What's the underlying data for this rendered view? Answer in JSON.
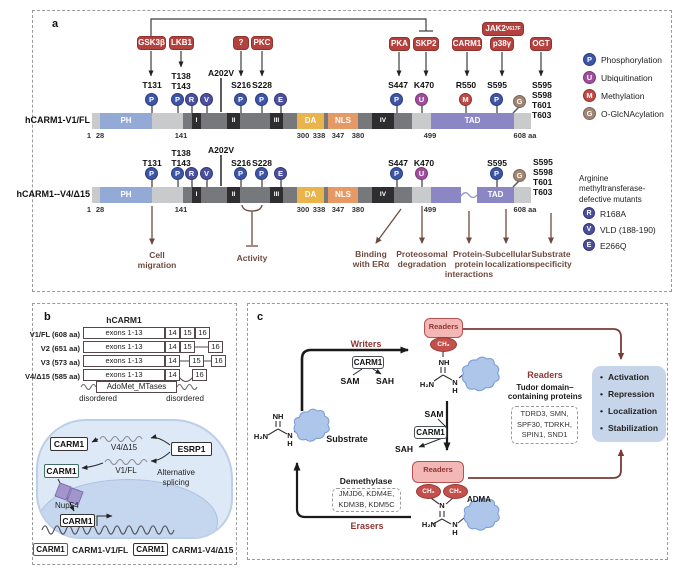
{
  "colors": {
    "kinase_red": "#b5413e",
    "phospho_blue": "#3d55a5",
    "ubiquitin_purple": "#9e4f9b",
    "methyl_red": "#bf4a45",
    "oglcnac_brown": "#a08575",
    "mutant_indigo": "#4b4f9f",
    "ph_domain": "#93a9d6",
    "da_domain": "#e9b44c",
    "nls_domain": "#e59a66",
    "tad_domain": "#8a87c4",
    "bar_gray": "#77787b",
    "effect_brown": "#6f4a3f",
    "dark_red": "#8f3533",
    "reader_pink": "#f3b8b5",
    "outcome_blue": "#c7d5ea",
    "cell_blue": "#dde9f6",
    "nucleus_blue": "#c5d7ee"
  },
  "panel_a": {
    "label": "a",
    "kinases": {
      "gsk3b": "GSK3β",
      "lkb1": "LKB1",
      "unknown": "?",
      "pkc": "PKC",
      "pka": "PKA",
      "skp2": "SKP2",
      "carm1": "CARM1",
      "jak2": "JAK2",
      "jak2_sup": "V617F",
      "p38g": "p38γ",
      "ogt": "OGT"
    },
    "pins": {
      "p": "P",
      "u": "U",
      "m": "M",
      "g": "G",
      "r": "R",
      "v": "V",
      "e": "E"
    },
    "row1": {
      "name": "hCARM1-V1/FL",
      "sites": {
        "t131": "T131",
        "t138_143": "T138\nT143",
        "a202v": "A202V",
        "s216": "S216",
        "s228": "S228",
        "s447": "S447",
        "k470": "K470",
        "r550": "R550",
        "s595": "S595",
        "stack": "S595\nS598\nT601\nT603"
      }
    },
    "row2": {
      "name": "hCARM1--V4/Δ15",
      "sites": {
        "t131": "T131",
        "t138_143": "T138\nT143",
        "a202v": "A202V",
        "s216": "S216",
        "s228": "S228",
        "s447": "S447",
        "k470": "K470",
        "s595": "S595",
        "stack": "S595\nS598\nT601\nT603"
      }
    },
    "domains": {
      "ph": "PH",
      "i": "I",
      "ii": "II",
      "iii": "III",
      "da": "DA",
      "nls": "NLS",
      "iv": "IV",
      "tad": "TAD"
    },
    "coords": {
      "start": "1",
      "c28": "28",
      "c141": "141",
      "c300": "300",
      "c338": "338",
      "c347": "347",
      "c380": "380",
      "c499": "499",
      "end": "608 aa"
    },
    "ptm_legend": {
      "p": "Phosphorylation",
      "u": "Ubiquitination",
      "m": "Methylation",
      "g": "O-GlcNAcylation"
    },
    "mutant_legend": {
      "title": "Arginine\nmethyltransferase-\ndefective mutants",
      "r": "R168A",
      "v": "VLD (188-190)",
      "e": "E266Q"
    },
    "effects": {
      "cell_migration": "Cell\nmigration",
      "activity": "Activity",
      "er": "Binding\nwith ERα",
      "proteosomal": "Proteosomal\ndegradation",
      "ppi": "Protein-\nprotein\ninteractions",
      "subcellular": "Subcellular\nlocalization",
      "substrate": "Substrate\nspecificity"
    }
  },
  "panel_b": {
    "label": "b",
    "title": "hCARM1",
    "exon_labels": {
      "main": "exons 1-13",
      "e14": "14",
      "e15": "15",
      "e16": "16"
    },
    "variants": [
      "V1/FL (608 aa)",
      "V2 (651 aa)",
      "V3 (573 aa)",
      "V4/Δ15 (585 aa)"
    ],
    "adomet": "AdoMet_MTases",
    "disordered": "disordered",
    "cell": {
      "carm1": "CARM1",
      "esrp1": "ESRP1",
      "v4_label": "V4/Δ15",
      "v1_label": "V1/FL",
      "alt_splicing": "Alternative\nsplicing",
      "nup54": "Nup54"
    },
    "legend": {
      "v1_box": "CARM1",
      "v1_label": "CARM1-V1/FL",
      "v4_box": "CARM1",
      "v4_label": "CARM1-V4/Δ15"
    }
  },
  "panel_c": {
    "label": "c",
    "writers": "Writers",
    "erasers": "Erasers",
    "readers": "Readers",
    "ch3": "CH₃",
    "carm1": "CARM1",
    "sam": "SAM",
    "sah": "SAH",
    "substrate": "Substrate",
    "adma": "ADMA",
    "tudor_title": "Tudor domain–\ncontaining proteins",
    "tudor_list": "TDRD3, SMN,\nSPF30, TDRKH,\nSPIN1, SND1",
    "demethylase_title": "Demethylase",
    "demethylase_list": "JMJD6, KDM4E,\nKDM3B, KDM5C",
    "outcomes": [
      "Activation",
      "Repression",
      "Localization",
      "Stabilization"
    ],
    "chem": {
      "nh": "NH",
      "h2n": "H₂N",
      "n": "N",
      "h": "H"
    }
  }
}
